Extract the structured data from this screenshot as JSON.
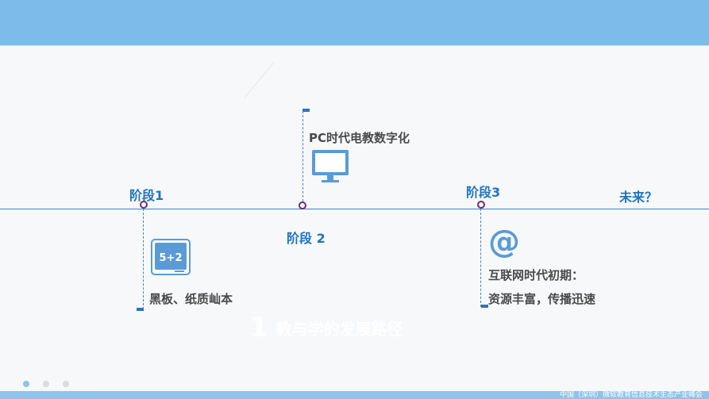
{
  "stages": {
    "stage1": {
      "label": "阶段1"
    },
    "stage2": {
      "label": "阶段 2"
    },
    "stage3": {
      "label": "阶段3"
    },
    "future": {
      "label": "未来？"
    }
  },
  "descriptions": {
    "blackboard": "黑板、纸质屾本",
    "pc": "PC时代电教数字化",
    "internet_line1": "互联网时代初期：",
    "internet_line2": "资源丰富，传播迅速"
  },
  "icons": {
    "blackboard_text": "5+2",
    "internet_symbol": "@"
  },
  "watermark": {
    "number": "1",
    "text": "教与学的发展路径"
  },
  "footer": "中国（深圳）微软教育信息技术生态产业峰会",
  "colors": {
    "top_band": "#7dbcea",
    "stage_text": "#1f73c0",
    "timeline": "#3a82c4",
    "dot_ring": "#6b2f6e",
    "icon_blue": "#5b9bd5"
  },
  "pagination": {
    "total": 3,
    "active": 1
  }
}
